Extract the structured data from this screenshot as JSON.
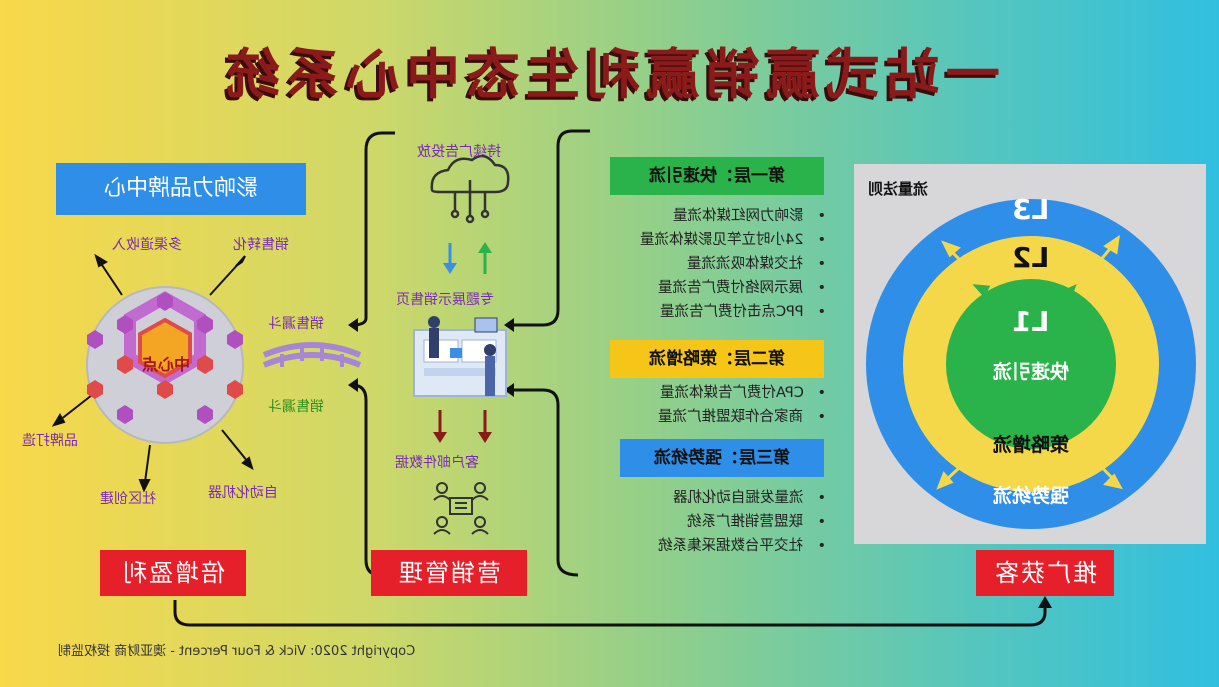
{
  "title": "一站式赢销赢利生态中心系统",
  "brand_center": {
    "header": "影响力品牌中心",
    "core": "中心点",
    "spokes": [
      "多渠道收入",
      "销售转化",
      "品牌打造",
      "社区创建",
      "自动化机器"
    ]
  },
  "funnel": {
    "top": "销售漏斗",
    "bottom": "销售漏斗"
  },
  "marketing": {
    "step1": "持续广告投放",
    "step2": "专题展示销售页",
    "step3": "客户邮件数据"
  },
  "layers": [
    {
      "title": "第一层：快速引流",
      "color": "#2ab24b",
      "items": [
        "影响力网红媒体流量",
        "24小时立竿见影媒体流量",
        "社交媒体吸流流量",
        "展示网络付费广告流量",
        "PPC点击付费广告流量"
      ]
    },
    {
      "title": "第二层：策略增流",
      "color": "#f5c518",
      "items": [
        "CPA付费广告媒体流量",
        "商家合作联盟推广流量"
      ]
    },
    {
      "title": "第三层：强势统流",
      "color": "#2f8ee8",
      "items": [
        "流量发掘自动化机器",
        "联盟营销推广系统",
        "社交平台数据采集系统"
      ]
    }
  ],
  "traffic_rule": {
    "label": "流量法则",
    "l3": "L3",
    "l2": "L2",
    "l1": "L1",
    "inner": "快速引流",
    "middle": "策略增流",
    "outer": "强势统流"
  },
  "boxes": {
    "profit": "倍增盈利",
    "mgmt": "营销管理",
    "promo": "推广获客"
  },
  "copyright": "Copyright 2020: Vick & Four Percent - 澳亚财商 授权监制",
  "colors": {
    "title": "#8b1a1a",
    "red": "#e5202a",
    "purple": "#7a2bb5",
    "green": "#2ab24b",
    "yellow": "#f5c518",
    "blue": "#2f8ee8"
  }
}
